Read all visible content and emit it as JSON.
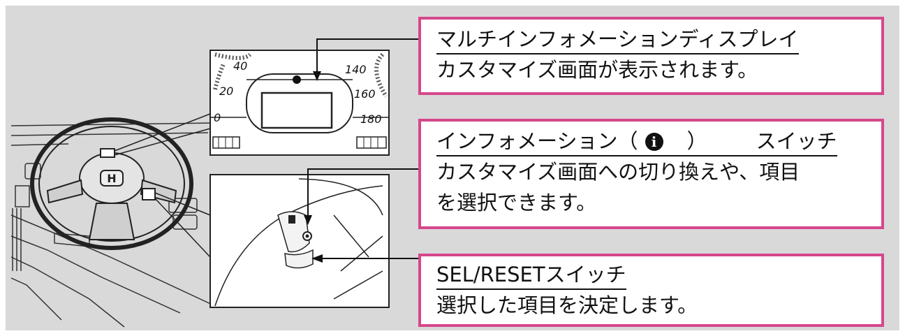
{
  "diagram": {
    "gauge_ticks": [
      "40",
      "20",
      "0",
      "140",
      "160",
      "180"
    ],
    "callouts": {
      "display": {
        "title": "マルチインフォメーションディスプレイ",
        "description": "カスタマイズ画面が表示されます。"
      },
      "info_switch": {
        "title_part1": "インフォメーション（",
        "title_part2": "）",
        "title_part3": "スイッチ",
        "icon": "info-icon",
        "description_line1": "カスタマイズ画面への切り換えや、項目",
        "description_line2": "を選択できます。"
      },
      "sel_reset": {
        "title": "SEL/RESETスイッチ",
        "description": "選択した項目を決定します。"
      }
    },
    "colors": {
      "background": "#d9d9d9",
      "callout_border": "#d6478d",
      "line": "#111111"
    }
  }
}
